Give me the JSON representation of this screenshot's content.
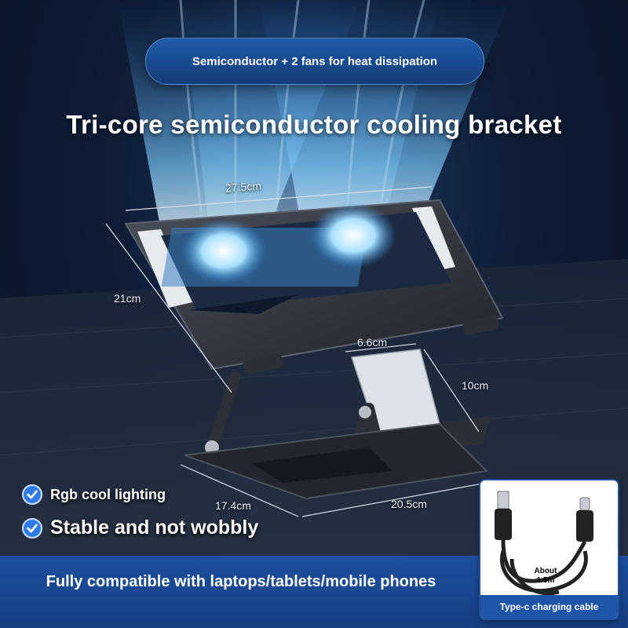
{
  "header": {
    "pill_text": "Semiconductor + 2 fans for heat dissipation",
    "title": "Tri-core semiconductor cooling bracket"
  },
  "dimensions": {
    "width": "27.5cm",
    "height": "21cm",
    "phone_width": "6.6cm",
    "phone_height": "10cm",
    "base_depth": "17.4cm",
    "base_width": "20.5cm"
  },
  "features": [
    {
      "label": "Rgb cool lighting",
      "icon": "checkmark-icon"
    },
    {
      "label": "Stable and not wobbly",
      "icon": "checkmark-icon"
    }
  ],
  "footer": {
    "compatibility": "Fully compatible with laptops/tablets/mobile phones"
  },
  "inset": {
    "cable_length_label": "About",
    "cable_length_value": "1.5m",
    "caption": "Type-c charging cable"
  },
  "colors": {
    "accent_blue": "#1e55a6",
    "airflow_blue": "#6fc3ff",
    "stand_metal": "#2b2f36"
  }
}
